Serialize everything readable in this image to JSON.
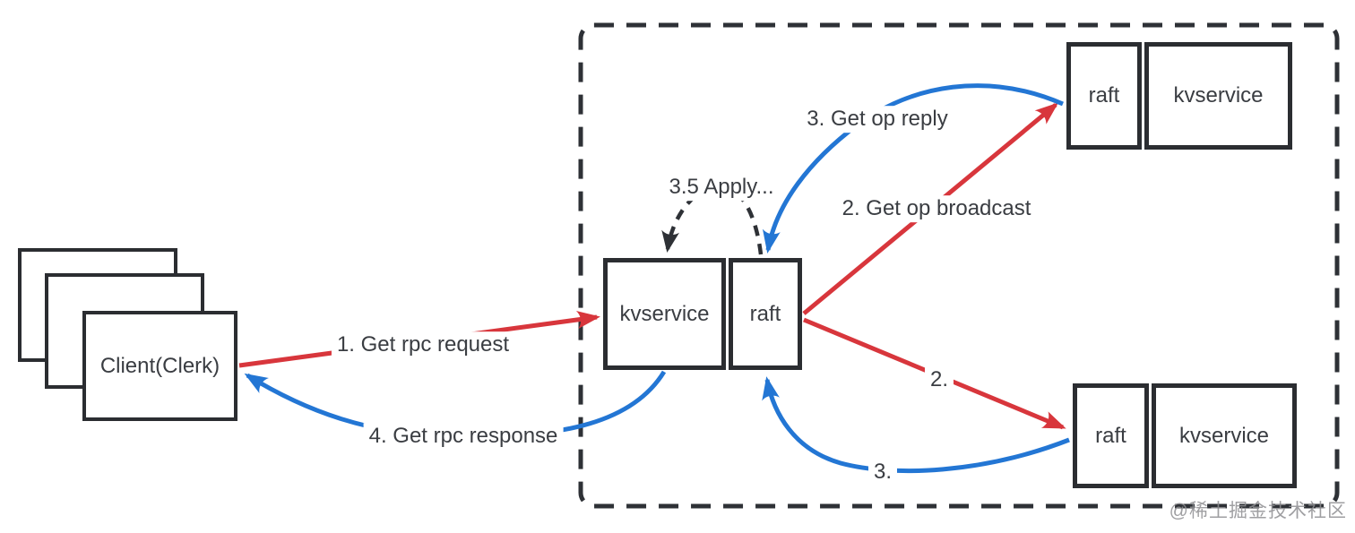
{
  "client": {
    "label": "Client(Clerk)"
  },
  "cluster": {
    "leader": {
      "parts": [
        {
          "label": "kvservice"
        },
        {
          "label": "raft"
        }
      ]
    },
    "follower_top": {
      "parts": [
        {
          "label": "raft"
        },
        {
          "label": "kvservice"
        }
      ]
    },
    "follower_bottom": {
      "parts": [
        {
          "label": "raft"
        },
        {
          "label": "kvservice"
        }
      ]
    }
  },
  "arrows": {
    "rpc_request": {
      "label": "1. Get rpc request",
      "color": "red"
    },
    "op_broadcast": {
      "label": "2. Get op broadcast",
      "color": "red"
    },
    "op_broadcast_short": {
      "label": "2.",
      "color": "red"
    },
    "op_reply": {
      "label": "3. Get op reply",
      "color": "blue"
    },
    "op_reply_short": {
      "label": "3.",
      "color": "blue"
    },
    "apply": {
      "label": "3.5 Apply...",
      "color": "dark"
    },
    "rpc_response": {
      "label": "4. Get rpc response",
      "color": "blue"
    }
  },
  "watermark": {
    "label": "@稀土掘金技术社区"
  },
  "colors": {
    "red": "#d8363c",
    "blue": "#2376d4",
    "dark": "#2e3136",
    "line": "#2b2d31",
    "text": "#3a3d42",
    "watermark": "#8f8f92"
  }
}
